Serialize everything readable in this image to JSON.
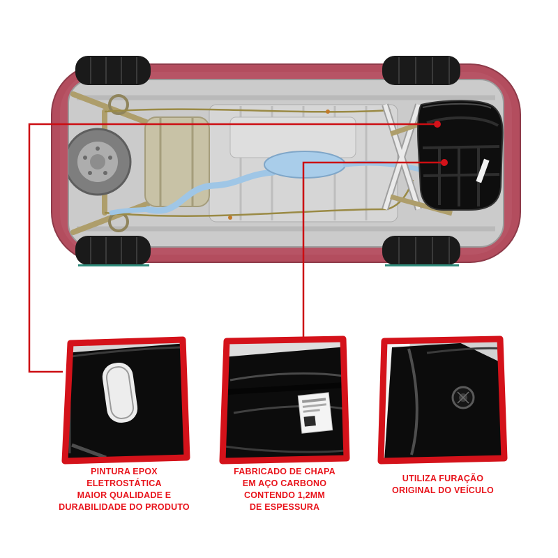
{
  "page": {
    "background": "#ffffff"
  },
  "colors": {
    "accent_red": "#d4121a",
    "caption_red": "#e8141c",
    "car_body_pink": "#b34d5e",
    "chassis_gray": "#cbcbcb",
    "skid_plate_black": "#0e0e0e",
    "exhaust_blue": "#9fc6e6"
  },
  "diagram": {
    "subject": "car-underbody-with-skid-plate",
    "marker_count": 2
  },
  "callouts": [
    {
      "caption": "PINTURA EPOX\nELETROSTÁTICA\nMAIOR QUALIDADE E\nDURABILIDADE DO PRODUTO"
    },
    {
      "caption": "FABRICADO DE CHAPA\nEM AÇO CARBONO\nCONTENDO 1,2MM\nDE ESPESSURA"
    },
    {
      "caption": "UTILIZA FURAÇÃO\nORIGINAL DO VEÍCULO"
    }
  ]
}
